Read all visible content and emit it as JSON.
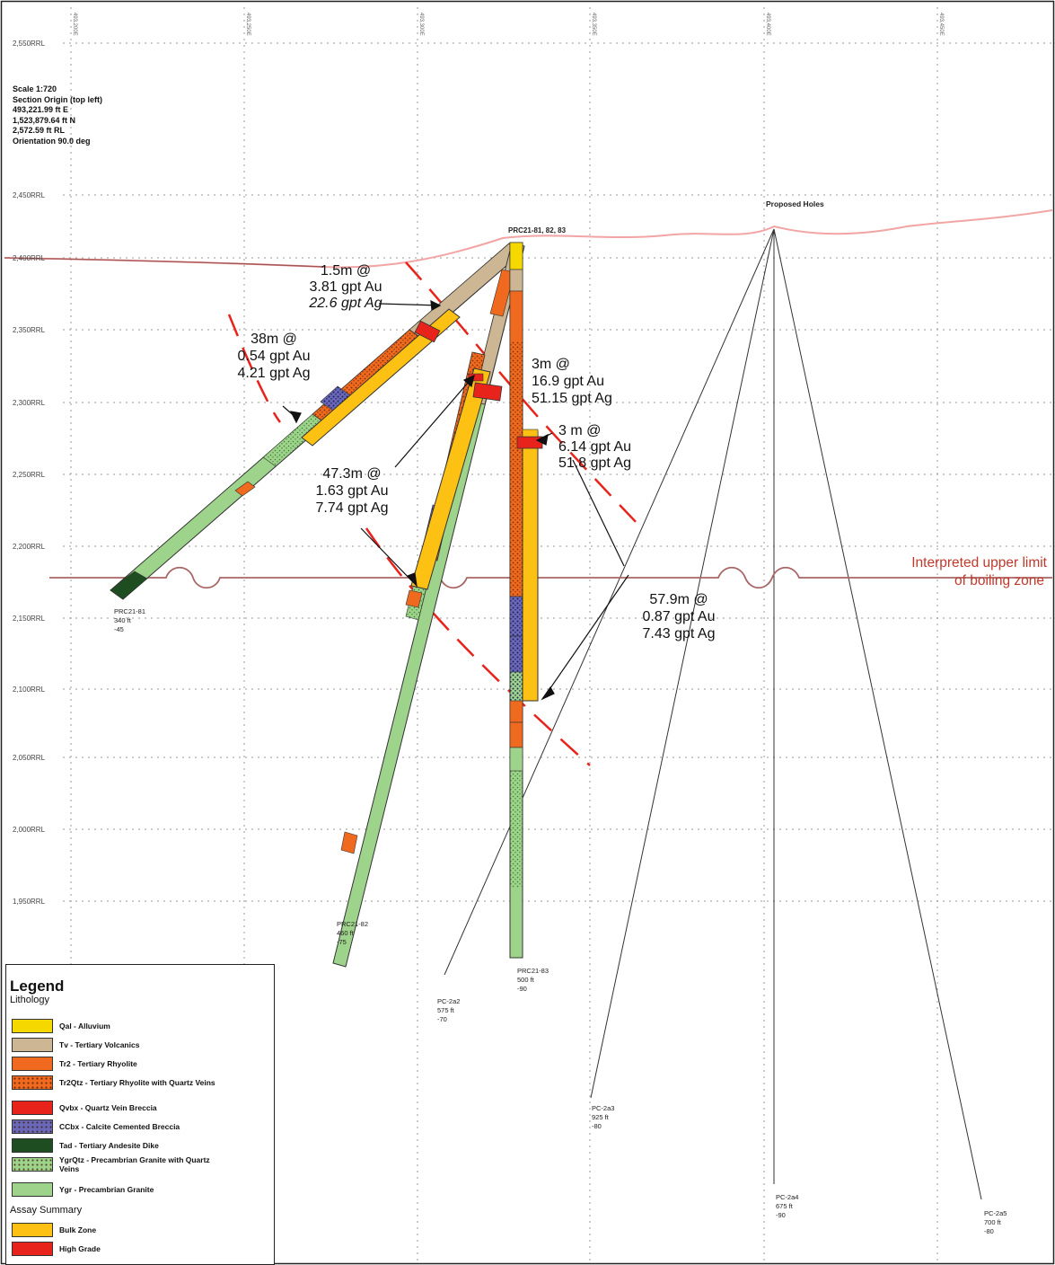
{
  "rl_labels": [
    "2,550RRL",
    "2,450RRL",
    "2,400RRL",
    "2,350RRL",
    "2,300RRL",
    "2,250RRL",
    "2,200RRL",
    "2,150RRL",
    "2,100RRL",
    "2,050RRL",
    "2,000RRL",
    "1,950RRL"
  ],
  "easting_labels": [
    "493,200E",
    "493,250E",
    "493,300E",
    "493,350E",
    "493,400E",
    "493,450E"
  ],
  "section_info": [
    "Scale 1:720",
    "Section Origin (top left)",
    "493,221.99 ft E",
    "1,523,879.64 ft N",
    "2,572.59 ft RL",
    "Orientation 90.0 deg"
  ],
  "collar_label": "PRC21-81, 82, 83",
  "proposed_label": "Proposed Holes",
  "boiling_zone": {
    "line1": "Interpreted upper limit",
    "line2": "of boiling zone",
    "color": "#c0392b"
  },
  "intercepts": [
    {
      "lines": [
        "1.5m @",
        "3.81 gpt Au",
        "22.6 gpt Ag"
      ]
    },
    {
      "lines": [
        "38m @",
        "0.54 gpt Au",
        "4.21 gpt Ag"
      ]
    },
    {
      "lines": [
        "3m @",
        "16.9 gpt Au",
        "51.15 gpt Ag"
      ]
    },
    {
      "lines": [
        "3 m @",
        "6.14 gpt Au",
        "51.8 gpt Ag"
      ]
    },
    {
      "lines": [
        "47.3m @",
        "1.63 gpt Au",
        "7.74 gpt Ag"
      ]
    },
    {
      "lines": [
        "57.9m @",
        "0.87 gpt Au",
        "7.43 gpt Ag"
      ]
    }
  ],
  "drill_holes": [
    {
      "name": "PRC21-81",
      "length": "340 ft",
      "dip": "-45"
    },
    {
      "name": "PRC21-82",
      "length": "460 ft",
      "dip": "-75"
    },
    {
      "name": "PRC21-83",
      "length": "500 ft",
      "dip": "-90"
    }
  ],
  "proposed_holes": [
    {
      "name": "PC-2a2",
      "length": "575 ft",
      "dip": "-70"
    },
    {
      "name": "PC-2a3",
      "length": "925 ft",
      "dip": "-80"
    },
    {
      "name": "PC-2a4",
      "length": "675 ft",
      "dip": "-90"
    },
    {
      "name": "PC-2a5",
      "length": "700 ft",
      "dip": "-80"
    }
  ],
  "legend": {
    "title": "Legend",
    "lithology_heading": "Lithology",
    "lithology": [
      {
        "label": "Qal - Alluvium",
        "color": "#f5d800"
      },
      {
        "label": "Tv - Tertiary Volcanics",
        "color": "#cdb694"
      },
      {
        "label": "Tr2 - Tertiary Rhyolite",
        "color": "#ef6a1e"
      },
      {
        "label": "Tr2Qtz - Tertiary Rhyolite with Quartz Veins",
        "color": "#ef6a1e",
        "pattern": "dots"
      },
      {
        "label": "Qvbx - Quartz Vein Breccia",
        "color": "#e8231c"
      },
      {
        "label": "CCbx - Calcite Cemented Breccia",
        "color": "#6a68b8",
        "pattern": "dots"
      },
      {
        "label": "Tad - Tertiary Andesite Dike",
        "color": "#1e4d22"
      },
      {
        "label": "YgrQtz - Precambrian Granite with Quartz Veins",
        "color": "#9dd38a",
        "pattern": "dots"
      },
      {
        "label": "Ygr - Precambrian Granite",
        "color": "#9dd38a"
      }
    ],
    "assay_heading": "Assay Summary",
    "assay": [
      {
        "label": "Bulk Zone",
        "color": "#fdc113"
      },
      {
        "label": "High Grade",
        "color": "#e8231c"
      }
    ]
  }
}
